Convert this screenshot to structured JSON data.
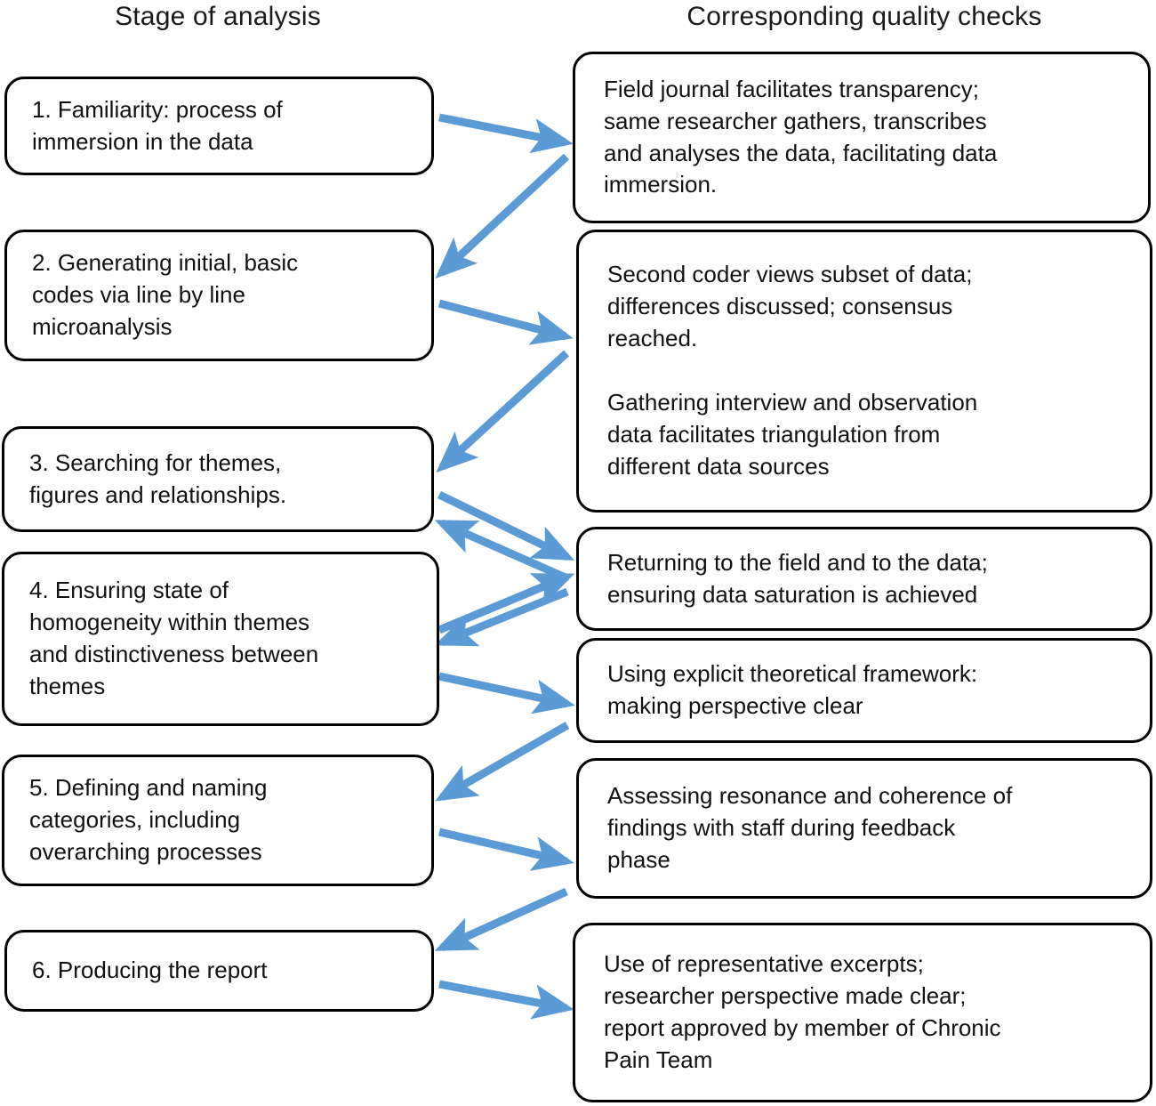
{
  "headers": {
    "left": "Stage of analysis",
    "right": "Corresponding quality checks"
  },
  "colors": {
    "arrow": "#5B9BD5",
    "box_border": "#000000",
    "text": "#111111",
    "background": "#FFFFFF"
  },
  "stages": [
    {
      "id": "stage-1",
      "text": "1. Familiarity: process of\nimmersion in the data"
    },
    {
      "id": "stage-2",
      "text": "2. Generating initial, basic\ncodes via line by line\nmicroanalysis"
    },
    {
      "id": "stage-3",
      "text": "3. Searching for themes,\nfigures and relationships."
    },
    {
      "id": "stage-4",
      "text": "4. Ensuring state of\nhomogeneity within themes\nand distinctiveness between\nthemes"
    },
    {
      "id": "stage-5",
      "text": "5. Defining and naming\ncategories, including\noverarching processes"
    },
    {
      "id": "stage-6",
      "text": "6. Producing the report"
    }
  ],
  "quality_checks": [
    {
      "id": "check-1",
      "text": "Field journal facilitates transparency;\nsame researcher gathers, transcribes\nand analyses the data, facilitating data\nimmersion."
    },
    {
      "id": "check-2",
      "text": "Second coder views subset of data;\ndifferences discussed; consensus\nreached.\n\nGathering interview and observation\ndata facilitates triangulation from\ndifferent data sources"
    },
    {
      "id": "check-3",
      "text": "Returning to the field and to the data;\nensuring data saturation is achieved"
    },
    {
      "id": "check-4",
      "text": "Using explicit theoretical framework:\nmaking perspective clear"
    },
    {
      "id": "check-5",
      "text": "Assessing resonance and coherence of\nfindings with staff during feedback\nphase"
    },
    {
      "id": "check-6",
      "text": "Use of representative excerpts;\nresearcher perspective made clear;\nreport approved by member of Chronic\nPain Team"
    }
  ],
  "connections": [
    {
      "from": "stage-1",
      "to": "check-1",
      "direction": "right-down"
    },
    {
      "from": "check-1",
      "to": "stage-2",
      "direction": "left-down"
    },
    {
      "from": "stage-2",
      "to": "check-2",
      "direction": "right-down"
    },
    {
      "from": "check-2",
      "to": "stage-3",
      "direction": "left-down"
    },
    {
      "from": "stage-3",
      "to": "check-3",
      "direction": "right-down"
    },
    {
      "from": "check-3",
      "to": "stage-3",
      "direction": "left-up"
    },
    {
      "from": "stage-4",
      "to": "check-3",
      "direction": "right-up"
    },
    {
      "from": "check-3",
      "to": "stage-4",
      "direction": "left-down"
    },
    {
      "from": "stage-4",
      "to": "check-4",
      "direction": "right-down"
    },
    {
      "from": "check-4",
      "to": "stage-5",
      "direction": "left-down"
    },
    {
      "from": "stage-5",
      "to": "check-5",
      "direction": "right-down"
    },
    {
      "from": "check-5",
      "to": "stage-6",
      "direction": "left-down"
    },
    {
      "from": "stage-6",
      "to": "check-6",
      "direction": "right-down"
    }
  ]
}
